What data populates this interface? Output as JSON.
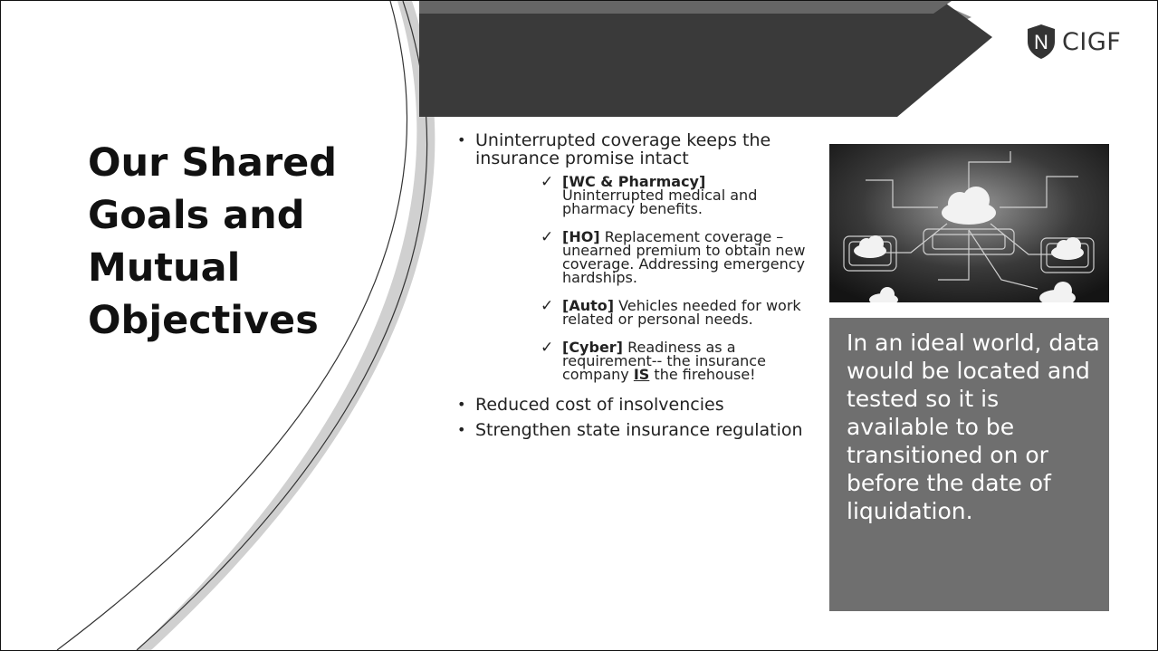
{
  "logo": {
    "letter": "N",
    "text": "CIGF"
  },
  "slide": {
    "title": "Our Shared Goals and Mutual Objectives",
    "bullets": [
      {
        "text": "Uninterrupted coverage keeps the insurance promise intact",
        "subs": [
          {
            "tag": "[WC & Pharmacy]",
            "text": "Uninterrupted medical and pharmacy benefits."
          },
          {
            "tag": "[HO]",
            "text": "Replacement coverage – unearned premium to obtain new coverage. Addressing emergency hardships."
          },
          {
            "tag": "[Auto]",
            "text": "Vehicles needed for work related or personal needs."
          },
          {
            "tag": "[Cyber]",
            "text_before": "Readiness as a requirement-- the insurance company",
            "emphasis": "IS",
            "text_after": "the firehouse!"
          }
        ]
      },
      {
        "text": "Reduced cost of insolvencies"
      },
      {
        "text": "Strengthen state insurance regulation"
      }
    ],
    "callout": "In an ideal world, data would be located and tested so it is available to be transitioned on or before the date of liquidation."
  },
  "check_glyph": "✓",
  "icons": {
    "photo": "cloud-network-photo",
    "logo_shield": "shield-icon"
  },
  "colors": {
    "callout_bg": "#6f6f6f",
    "banner_dark": "#3a3a3a",
    "text": "#222222"
  }
}
